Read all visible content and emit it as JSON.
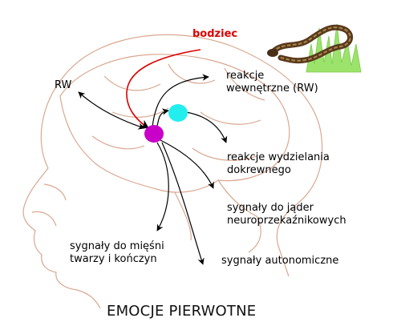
{
  "labels": {
    "stimulus": "bodziec",
    "rw": "RW",
    "internal_reactions": "reakcje\nwewnętrzne (RW)",
    "endocrine": "reakcje wydzielania\ndokrewnego",
    "neurotransmitter": "sygnały do jąder\nneuroprzekaźnikowych",
    "muscles": "sygnały do mięśni\ntwarzy i kończyn",
    "autonomic": "sygnały autonomiczne"
  },
  "caption": "EMOCJE PIERWOTNE",
  "colors": {
    "stimulus_arrow": "#dd0000",
    "amygdala": "#c800c8",
    "hypothalamus": "#22eeee",
    "head_outline": "#d9a890",
    "arrows": "#000000",
    "grass": "#9be36a",
    "snake": "#5a3a1e"
  },
  "icons": [
    "snake-icon",
    "grass-icon"
  ]
}
